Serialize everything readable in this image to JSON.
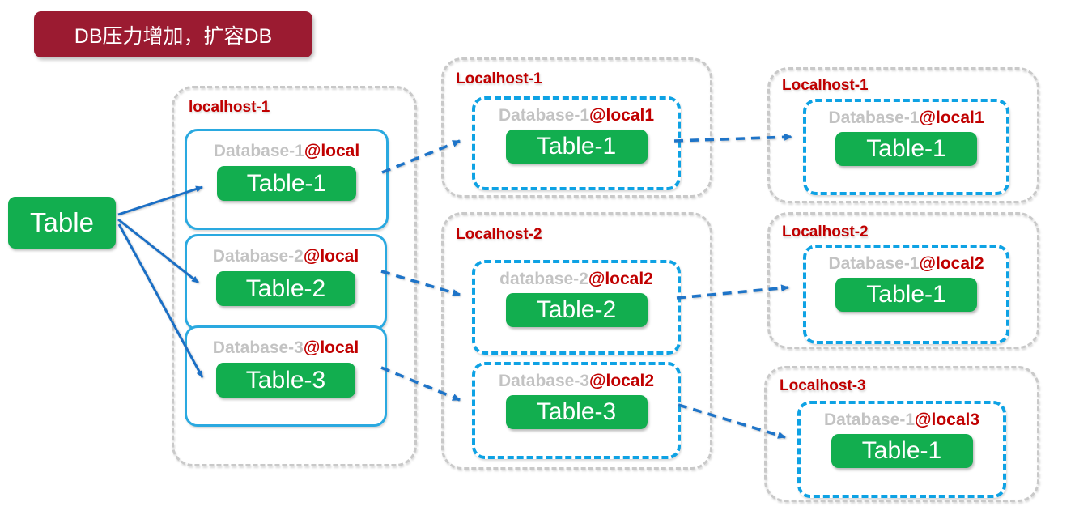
{
  "title": {
    "text": "DB压力增加，扩容DB"
  },
  "source": {
    "label": "Table"
  },
  "stage1": {
    "host_label": "localhost-1",
    "databases": [
      {
        "name": "Database-1",
        "at": "@local",
        "table": "Table-1"
      },
      {
        "name": "Database-2",
        "at": "@local",
        "table": "Table-2"
      },
      {
        "name": "Database-3",
        "at": "@local",
        "table": "Table-3"
      }
    ]
  },
  "stage2": {
    "hosts": [
      {
        "label": "Localhost-1",
        "databases": [
          {
            "name": "Database-1",
            "at": "@local1",
            "table": "Table-1"
          }
        ]
      },
      {
        "label": "Localhost-2",
        "databases": [
          {
            "name": "database-2",
            "at": "@local2",
            "table": "Table-2"
          },
          {
            "name": "Database-3",
            "at": "@local2",
            "table": "Table-3"
          }
        ]
      }
    ]
  },
  "stage3": {
    "hosts": [
      {
        "label": "Localhost-1",
        "databases": [
          {
            "name": "Database-1",
            "at": "@local1",
            "table": "Table-1"
          }
        ]
      },
      {
        "label": "Localhost-2",
        "databases": [
          {
            "name": "Database-1",
            "at": "@local2",
            "table": "Table-1"
          }
        ]
      },
      {
        "label": "Localhost-3",
        "databases": [
          {
            "name": "Database-1",
            "at": "@local3",
            "table": "Table-1"
          }
        ]
      }
    ]
  },
  "colors": {
    "banner_bg": "#9B1B31",
    "table_green": "#12AE4F",
    "host_border_gray": "#C9C9C9",
    "db_border_blue": "#2AA9E0",
    "dashed_db_border_blue": "#0EA2E4",
    "arrow_blue": "#1B6FC5",
    "label_red": "#C00000",
    "db_name_gray": "#C3C3C3"
  }
}
